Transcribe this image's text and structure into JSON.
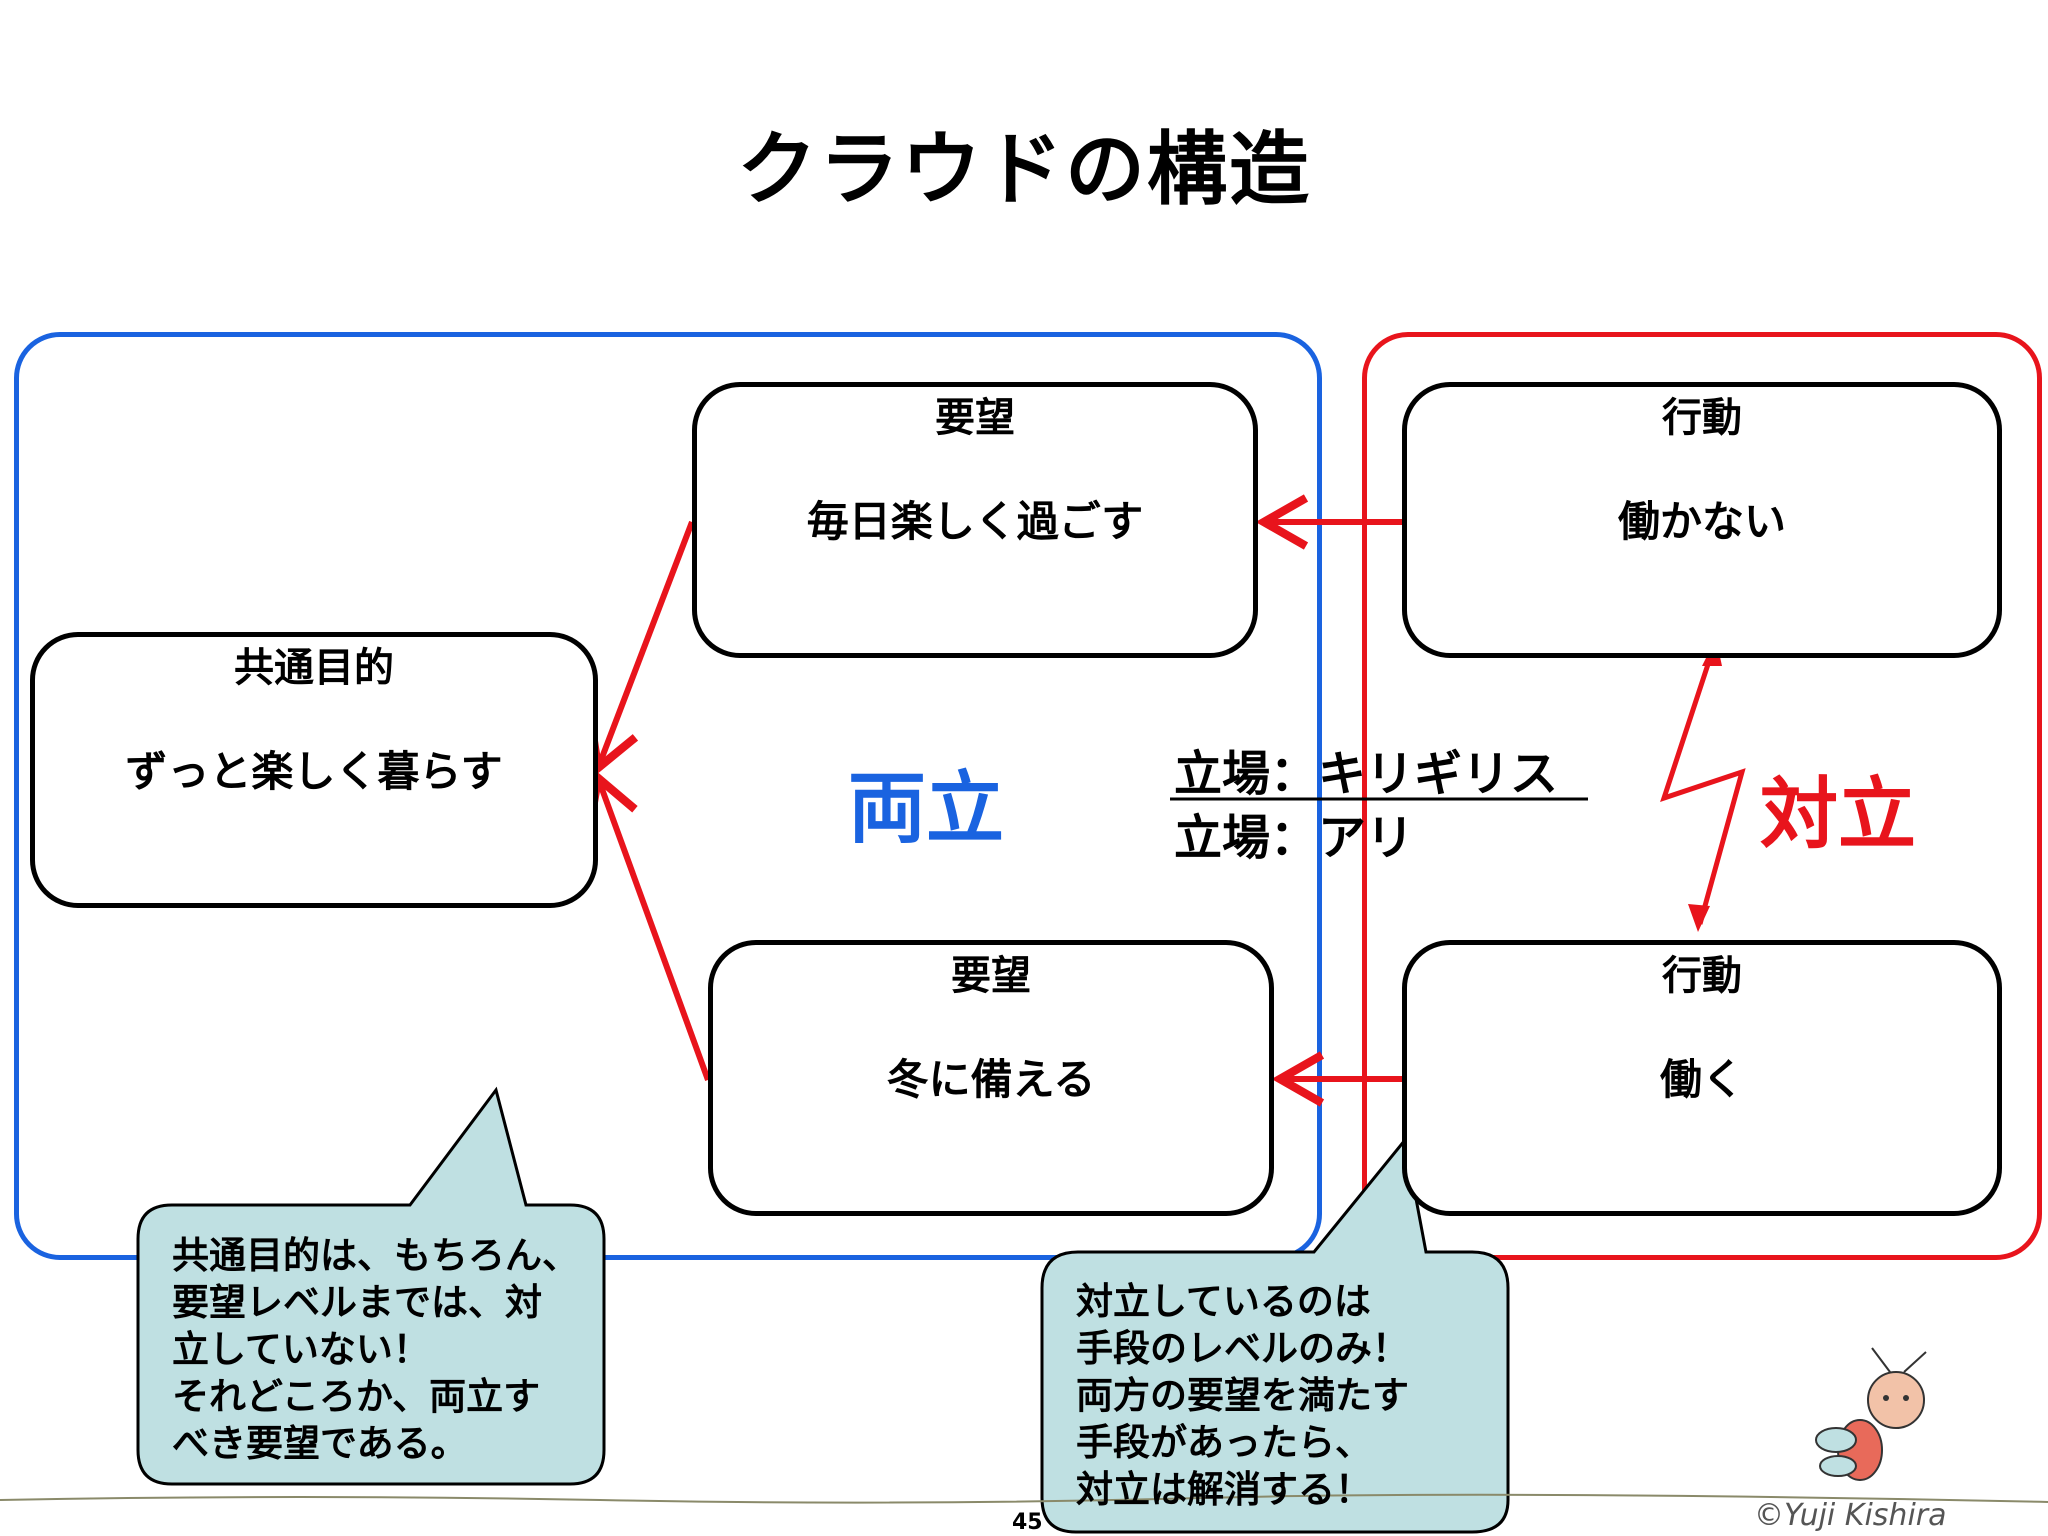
{
  "title": "クラウドの構造",
  "colors": {
    "blue": "#1a63e0",
    "red": "#e8141c",
    "callout_fill": "#bfe0e2"
  },
  "nodes": {
    "goal": {
      "title": "共通目的",
      "text": "ずっと楽しく暮らす"
    },
    "want_top": {
      "title": "要望",
      "text": "毎日楽しく過ごす"
    },
    "want_bottom": {
      "title": "要望",
      "text": "冬に備える"
    },
    "action_top": {
      "title": "行動",
      "text": "働かない"
    },
    "action_bottom": {
      "title": "行動",
      "text": "働く"
    }
  },
  "labels": {
    "compatible": "両立",
    "conflict": "対立"
  },
  "positions": {
    "pos1": "立場：キリギリス",
    "pos2": "立場：アリ"
  },
  "callouts": {
    "left": "共通目的は、もちろん、\n要望レベルまでは、対\n立していない！\nそれどころか、両立す\nべき要望である。",
    "right": "対立しているのは\n手段のレベルのみ！\n両方の要望を満たす\n手段があったら、\n対立は解消する！"
  },
  "page_number": "45",
  "credit": "©Yuji Kishira"
}
